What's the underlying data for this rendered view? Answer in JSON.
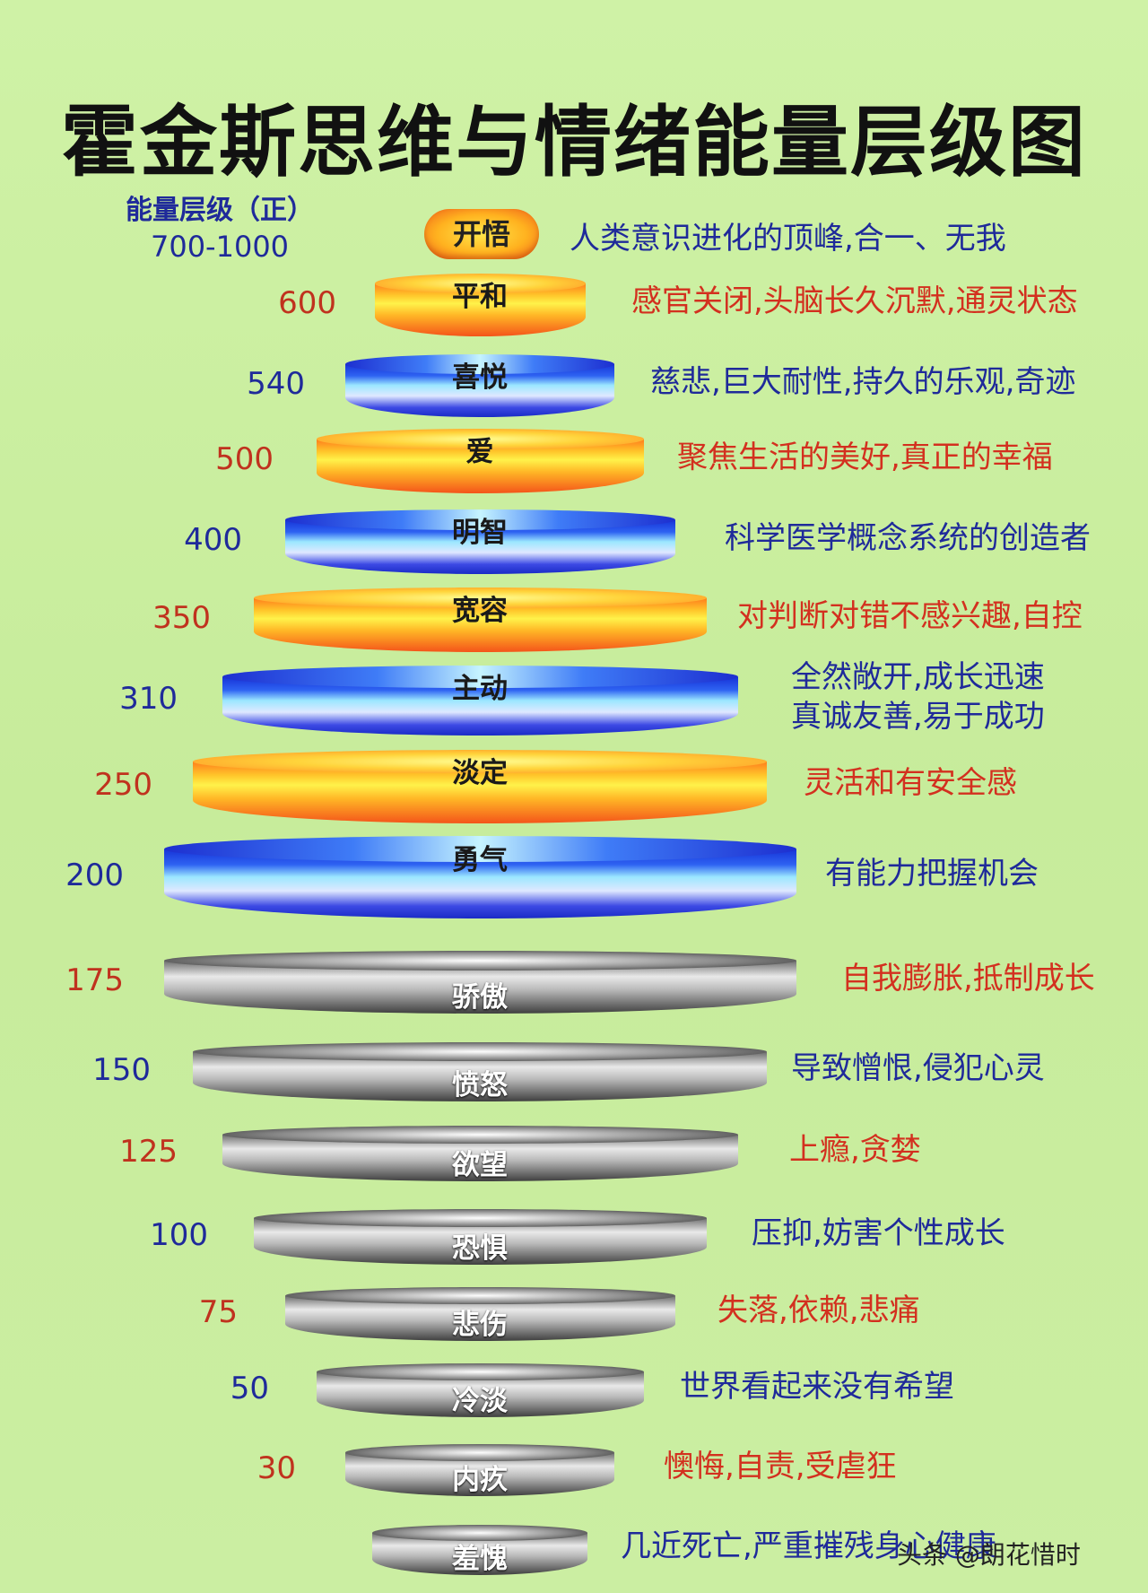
{
  "title": "霍金斯思维与情绪能量层级图",
  "header": {
    "caption_line1": "能量层级（正）",
    "caption_line2": "700-1000"
  },
  "top_level": {
    "label": "开悟",
    "description": "人类意识进化的顶峰,合一、无我"
  },
  "colors": {
    "number_red": "#c0321e",
    "number_blue": "#1f2a9a",
    "desc_red": "#d3301f",
    "desc_blue": "#1f2a9a"
  },
  "levels": [
    {
      "value": "600",
      "label": "平和",
      "kind": "orange",
      "description": "感官关闭,头脑长久沉默,通灵状态",
      "tone": "red"
    },
    {
      "value": "540",
      "label": "喜悦",
      "kind": "blue",
      "description": "慈悲,巨大耐性,持久的乐观,奇迹",
      "tone": "blue"
    },
    {
      "value": "500",
      "label": "爱",
      "kind": "orange",
      "description": "聚焦生活的美好,真正的幸福",
      "tone": "red"
    },
    {
      "value": "400",
      "label": "明智",
      "kind": "blue",
      "description": "科学医学概念系统的创造者",
      "tone": "blue"
    },
    {
      "value": "350",
      "label": "宽容",
      "kind": "orange",
      "description": "对判断对错不感兴趣,自控",
      "tone": "red"
    },
    {
      "value": "310",
      "label": "主动",
      "kind": "blue",
      "description": "全然敞开,成长迅速\n真诚友善,易于成功",
      "tone": "blue"
    },
    {
      "value": "250",
      "label": "淡定",
      "kind": "orange",
      "description": "灵活和有安全感",
      "tone": "red"
    },
    {
      "value": "200",
      "label": "勇气",
      "kind": "blue",
      "description": "有能力把握机会",
      "tone": "blue"
    },
    {
      "value": "175",
      "label": "骄傲",
      "kind": "gray",
      "description": "自我膨胀,抵制成长",
      "tone": "red"
    },
    {
      "value": "150",
      "label": "愤怒",
      "kind": "gray",
      "description": "导致憎恨,侵犯心灵",
      "tone": "blue"
    },
    {
      "value": "125",
      "label": "欲望",
      "kind": "gray",
      "description": "上瘾,贪婪",
      "tone": "red"
    },
    {
      "value": "100",
      "label": "恐惧",
      "kind": "gray",
      "description": "压抑,妨害个性成长",
      "tone": "blue"
    },
    {
      "value": "75",
      "label": "悲伤",
      "kind": "gray",
      "description": "失落,依赖,悲痛",
      "tone": "red"
    },
    {
      "value": "50",
      "label": "冷淡",
      "kind": "gray",
      "description": "世界看起来没有希望",
      "tone": "blue"
    },
    {
      "value": "30",
      "label": "内疚",
      "kind": "gray",
      "description": "懊悔,自责,受虐狂",
      "tone": "red"
    },
    {
      "value": "",
      "label": "羞愧",
      "kind": "gray",
      "description": "几近死亡,严重摧残身心健康",
      "tone": "blue"
    }
  ],
  "watermark": "头条 @朗花惜时"
}
